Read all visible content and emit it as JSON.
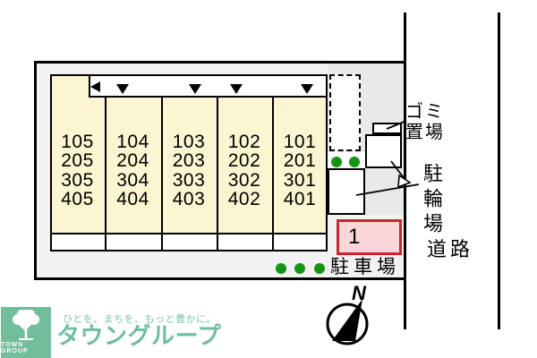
{
  "building": {
    "columns": [
      {
        "rooms": [
          "105",
          "205",
          "305",
          "405"
        ]
      },
      {
        "rooms": [
          "104",
          "204",
          "304",
          "404"
        ]
      },
      {
        "rooms": [
          "103",
          "203",
          "303",
          "403"
        ]
      },
      {
        "rooms": [
          "102",
          "202",
          "302",
          "402"
        ]
      },
      {
        "rooms": [
          "101",
          "201",
          "301",
          "401"
        ]
      }
    ]
  },
  "labels": {
    "garbage_line1": "ゴミ",
    "garbage_line2": "置場",
    "bicycle_parking": "駐輪場",
    "car_parking": "駐車場",
    "road": "道路",
    "parking_space_number": "1",
    "compass_north": "N"
  },
  "logo": {
    "tagline": "ひとを、まちを、もっと豊かに。",
    "brand": "タウングループ",
    "brand_en": "TOWN GROUP"
  },
  "colors": {
    "unit_fill": "#FBF5D1",
    "site_fill": "#F2F2F2",
    "ground_fill": "#E9E9E9",
    "parking_fill": "#FBD6DB",
    "parking_border": "#D0232E",
    "shrub_green": "#149414",
    "brand_green": "#6FBE9D",
    "tagline_green": "#7EC5A8"
  }
}
